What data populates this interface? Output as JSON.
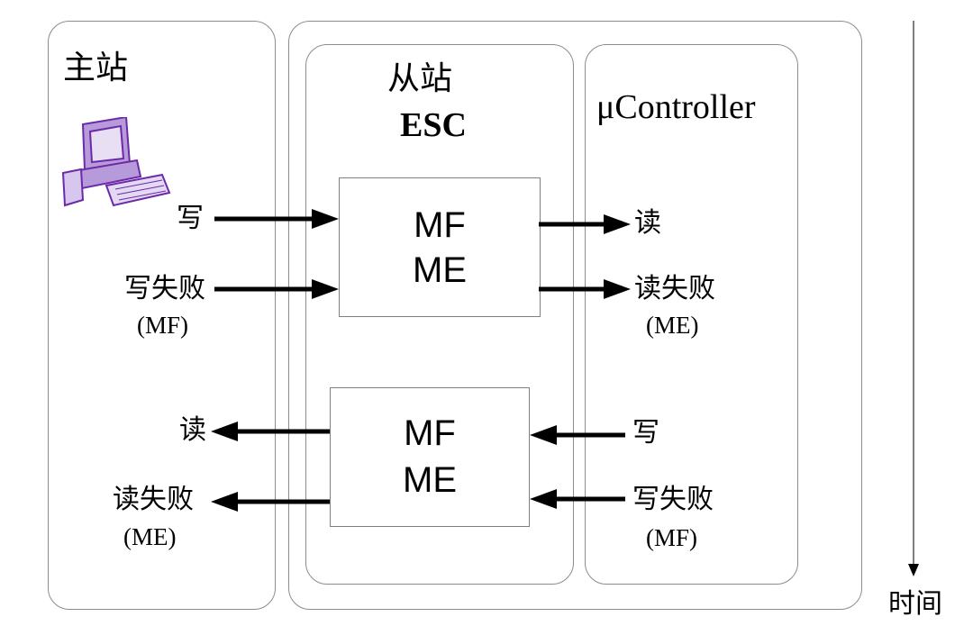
{
  "master": {
    "title": "主站"
  },
  "slave": {
    "title": "从站",
    "subtitle": "ESC"
  },
  "controller": {
    "title": "μController"
  },
  "time": {
    "label": "时间"
  },
  "mailbox_top": {
    "line1": "MF",
    "line2": "ME"
  },
  "mailbox_bottom": {
    "line1": "MF",
    "line2": "ME"
  },
  "flows": {
    "master_write": "写",
    "master_write_fail": "写失败",
    "master_write_fail_code": "(MF)",
    "ctrl_read": "读",
    "ctrl_read_fail": "读失败",
    "ctrl_read_fail_code": "(ME)",
    "master_read": "读",
    "master_read_fail": "读失败",
    "master_read_fail_code": "(ME)",
    "ctrl_write": "写",
    "ctrl_write_fail": "写失败",
    "ctrl_write_fail_code": "(MF)"
  },
  "icons": {
    "master": "computer-icon"
  },
  "colors": {
    "panel_border": "#8c8c8c",
    "computer": "#7a2fb5"
  }
}
